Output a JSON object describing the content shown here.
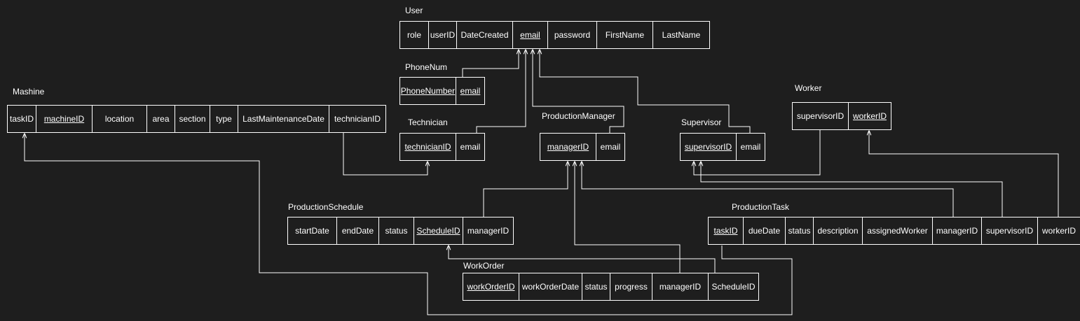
{
  "colors": {
    "background": "#1e1e1e",
    "stroke": "#ffffff",
    "text": "#ffffff"
  },
  "tables": {
    "user": {
      "name": "User",
      "columns": [
        {
          "label": "role",
          "key": false
        },
        {
          "label": "userID",
          "key": false
        },
        {
          "label": "DateCreated",
          "key": false
        },
        {
          "label": "email",
          "key": true
        },
        {
          "label": "password",
          "key": false
        },
        {
          "label": "FirstName",
          "key": false
        },
        {
          "label": "LastName",
          "key": false
        }
      ]
    },
    "phonenum": {
      "name": "PhoneNum",
      "columns": [
        {
          "label": "PhoneNumber",
          "key": true
        },
        {
          "label": "email",
          "key": true
        }
      ]
    },
    "mashine": {
      "name": "Mashine",
      "columns": [
        {
          "label": "taskID",
          "key": false
        },
        {
          "label": "machineID",
          "key": true
        },
        {
          "label": "location",
          "key": false
        },
        {
          "label": "area",
          "key": false
        },
        {
          "label": "section",
          "key": false
        },
        {
          "label": "type",
          "key": false
        },
        {
          "label": "LastMaintenanceDate",
          "key": false
        },
        {
          "label": "technicianID",
          "key": false
        }
      ]
    },
    "technician": {
      "name": "Technician",
      "columns": [
        {
          "label": "technicianID",
          "key": true
        },
        {
          "label": "email",
          "key": false
        }
      ]
    },
    "productionmanager": {
      "name": "ProductionManager",
      "columns": [
        {
          "label": "managerID",
          "key": true
        },
        {
          "label": "email",
          "key": false
        }
      ]
    },
    "supervisor": {
      "name": "Supervisor",
      "columns": [
        {
          "label": "supervisorID",
          "key": true
        },
        {
          "label": "email",
          "key": false
        }
      ]
    },
    "worker": {
      "name": "Worker",
      "columns": [
        {
          "label": "supervisorID",
          "key": false
        },
        {
          "label": "workerID",
          "key": true
        }
      ]
    },
    "productionschedule": {
      "name": "ProductionSchedule",
      "columns": [
        {
          "label": "startDate",
          "key": false
        },
        {
          "label": "endDate",
          "key": false
        },
        {
          "label": "status",
          "key": false
        },
        {
          "label": "ScheduleID",
          "key": true
        },
        {
          "label": "managerID",
          "key": false
        }
      ]
    },
    "productiontask": {
      "name": "ProductionTask",
      "columns": [
        {
          "label": "taskID",
          "key": true
        },
        {
          "label": "dueDate",
          "key": false
        },
        {
          "label": "status",
          "key": false
        },
        {
          "label": "description",
          "key": false
        },
        {
          "label": "assignedWorker",
          "key": false
        },
        {
          "label": "managerID",
          "key": false
        },
        {
          "label": "supervisorID",
          "key": false
        },
        {
          "label": "workerID",
          "key": false
        }
      ]
    },
    "workorder": {
      "name": "WorkOrder",
      "columns": [
        {
          "label": "workOrderID",
          "key": true
        },
        {
          "label": "workOrderDate",
          "key": false
        },
        {
          "label": "status",
          "key": false
        },
        {
          "label": "progress",
          "key": false
        },
        {
          "label": "managerID",
          "key": false
        },
        {
          "label": "ScheduleID",
          "key": false
        }
      ]
    }
  }
}
